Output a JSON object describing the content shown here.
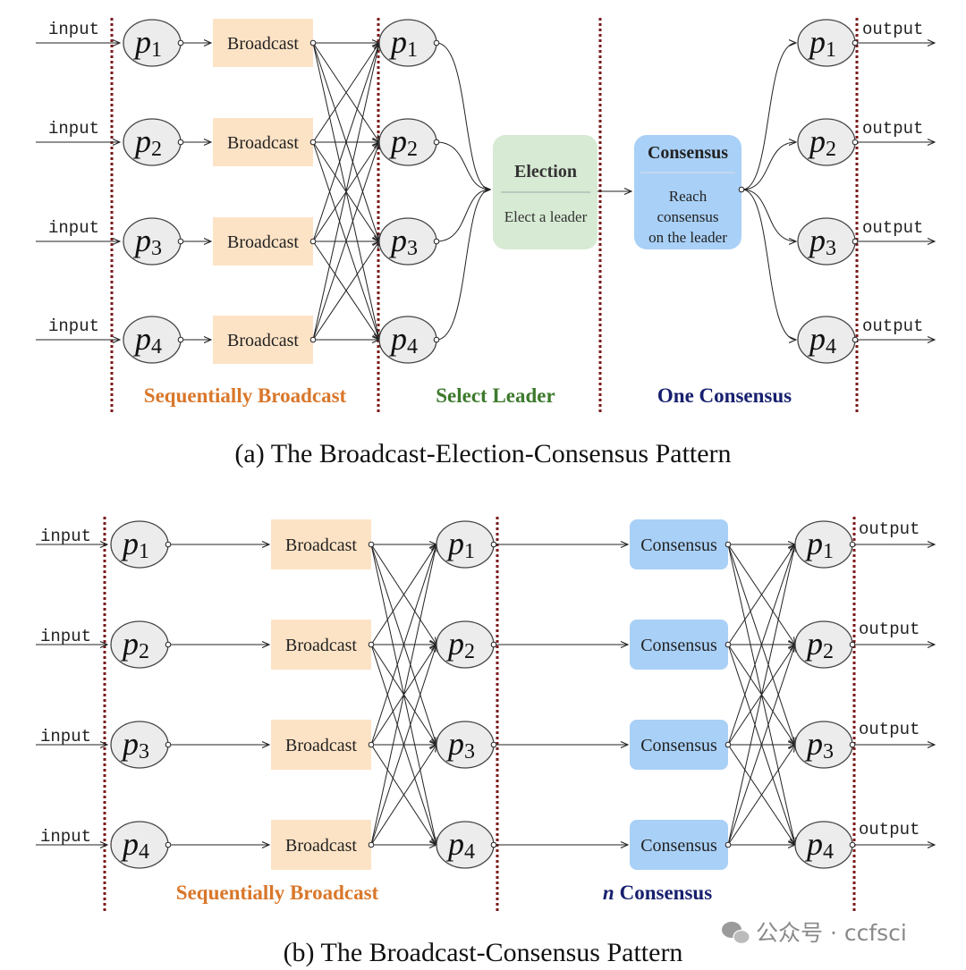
{
  "colors": {
    "divider": "#7b1a1a",
    "broadcast_fill": "#fde3c6",
    "election_fill": "#d7ead3",
    "consensus_fill": "#a9d0f7",
    "node_fill": "#ececec",
    "section_orange": "#d9772b",
    "section_green": "#3d7a2c",
    "section_navy": "#17206e",
    "watermark": "#8a8a8a"
  },
  "labels": {
    "input": "input",
    "output": "output",
    "broadcast": "Broadcast",
    "consensus": "Consensus",
    "node_prefix": "p"
  },
  "nodes": [
    "1",
    "2",
    "3",
    "4"
  ],
  "diagram_a": {
    "election_title": "Election",
    "election_body": "Elect a leader",
    "consensus_title": "Consensus",
    "consensus_body": [
      "Reach",
      "consensus",
      "on the leader"
    ],
    "sections": [
      "Sequentially Broadcast",
      "Select Leader",
      "One Consensus"
    ],
    "caption_tag": "(a)",
    "caption": "The Broadcast-Election-Consensus Pattern"
  },
  "diagram_b": {
    "sections": [
      "Sequentially Broadcast"
    ],
    "n_consensus_var": "n",
    "n_consensus_word": "Consensus",
    "caption_tag": "(b)",
    "caption": "The Broadcast-Consensus Pattern"
  },
  "watermark": {
    "icon": "wechat-icon",
    "text": "公众号 · ccfsci"
  }
}
